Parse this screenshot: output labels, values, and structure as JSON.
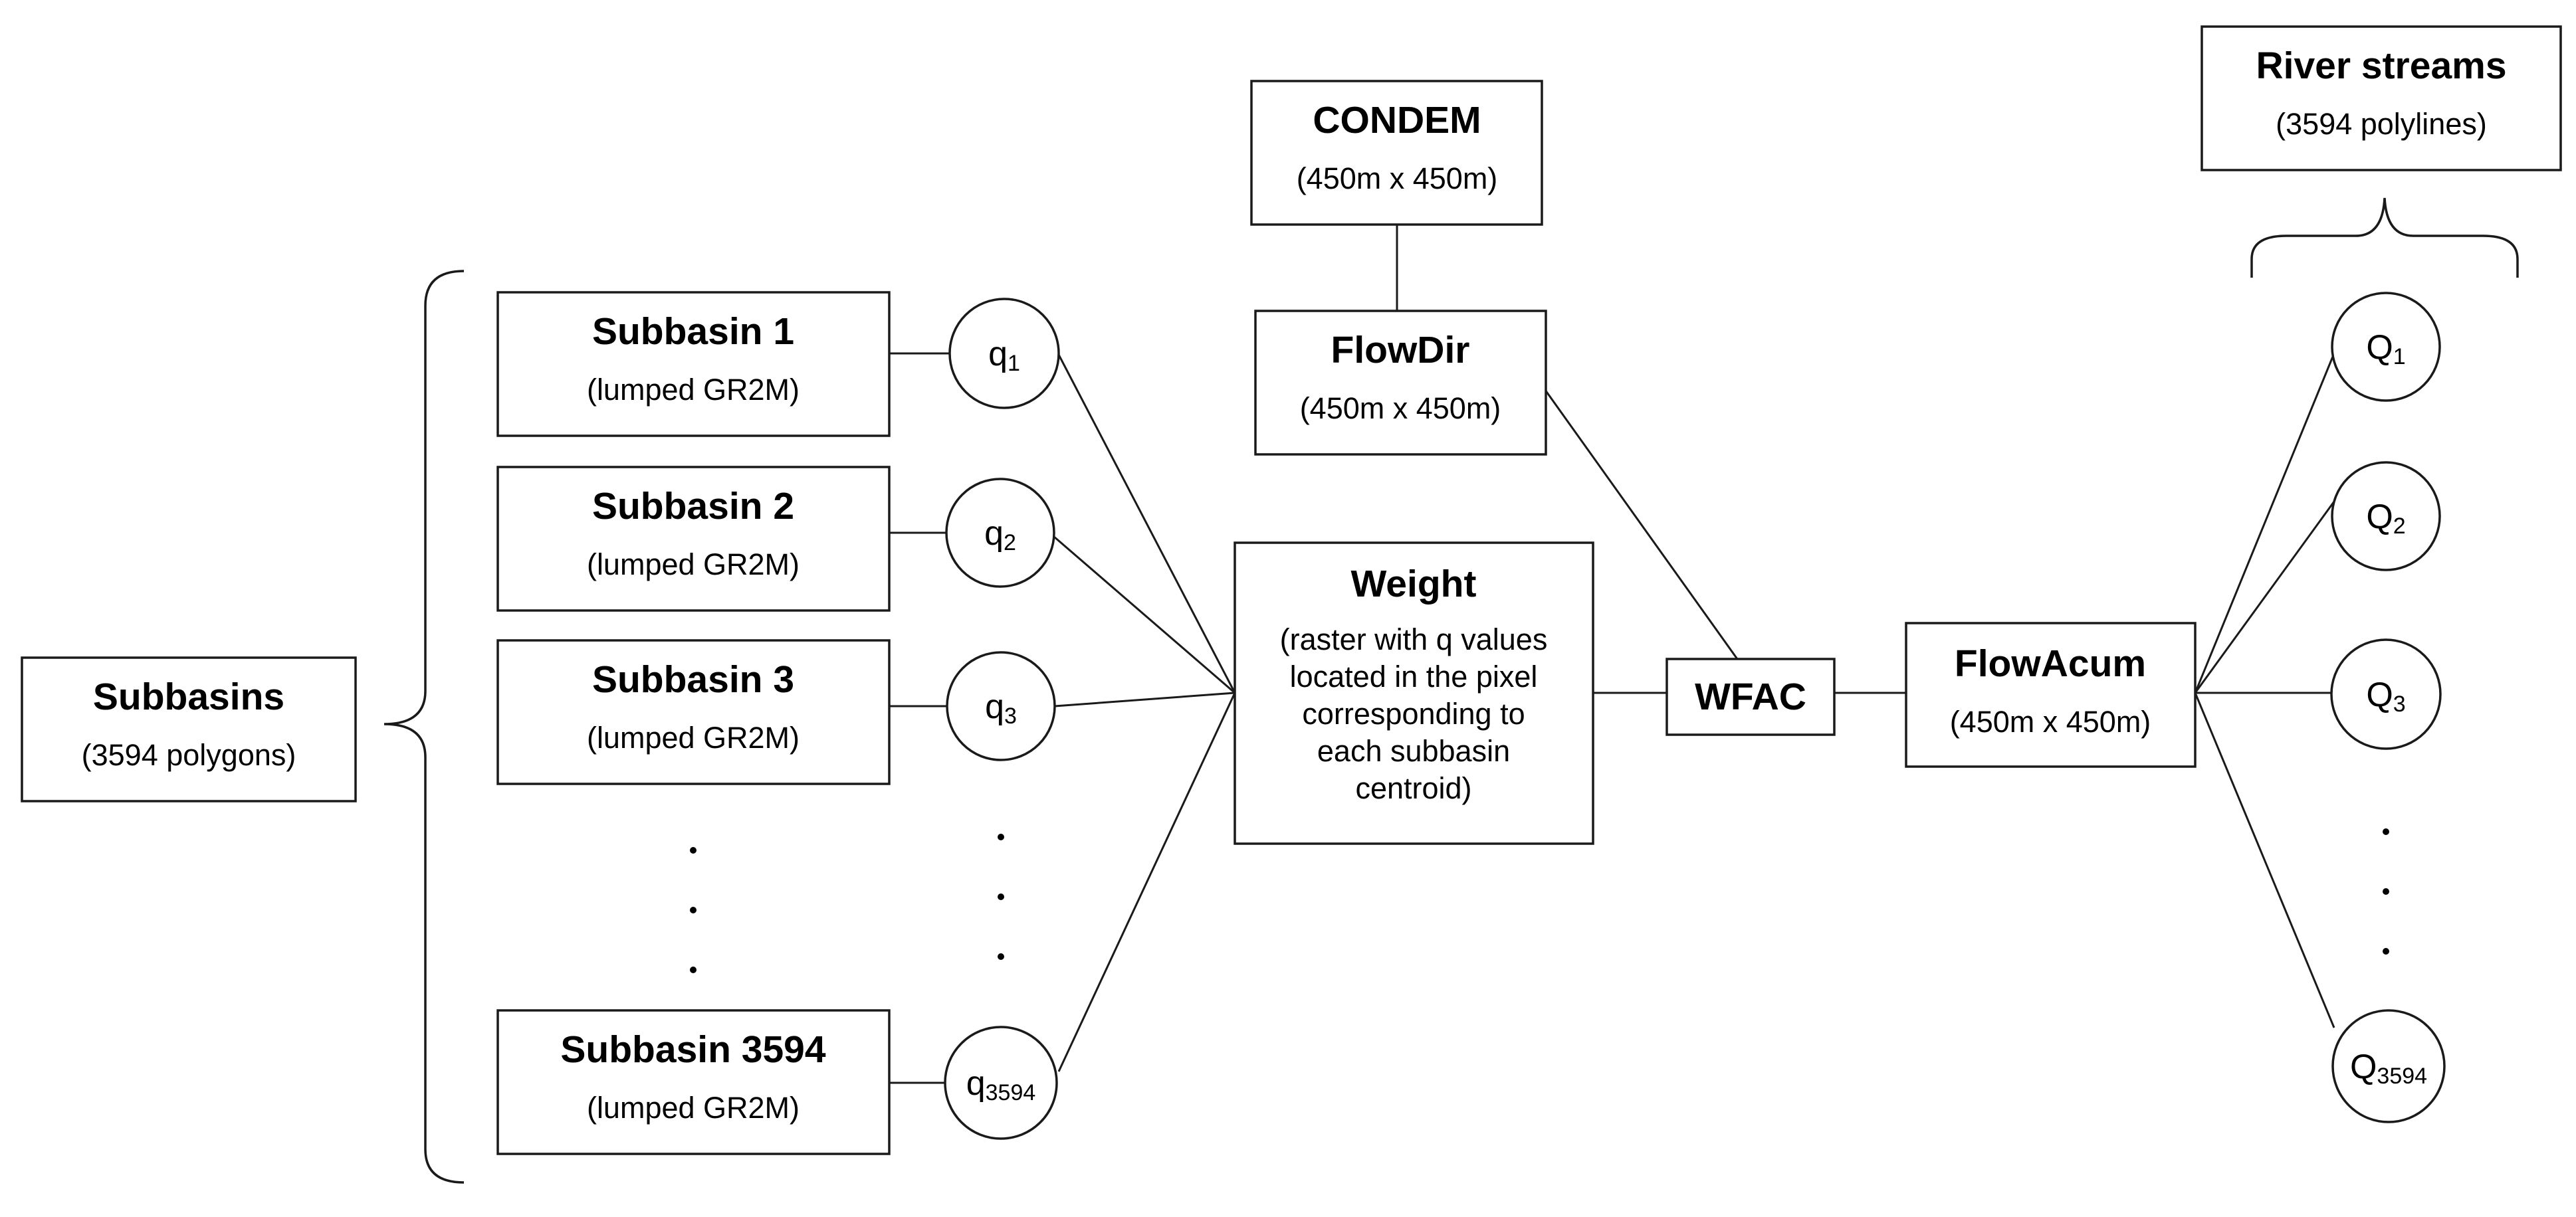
{
  "subbasins_group": {
    "title": "Subbasins",
    "subtitle": "(3594 polygons)"
  },
  "subbasins": [
    {
      "title": "Subbasin 1",
      "subtitle": "(lumped GR2M)",
      "q_base": "q",
      "q_sub": "1"
    },
    {
      "title": "Subbasin 2",
      "subtitle": "(lumped GR2M)",
      "q_base": "q",
      "q_sub": "2"
    },
    {
      "title": "Subbasin 3",
      "subtitle": "(lumped GR2M)",
      "q_base": "q",
      "q_sub": "3"
    },
    {
      "title": "Subbasin 3594",
      "subtitle": "(lumped GR2M)",
      "q_base": "q",
      "q_sub": "3594"
    }
  ],
  "condem": {
    "title": "CONDEM",
    "subtitle": "(450m x 450m)"
  },
  "flowdir": {
    "title": "FlowDir",
    "subtitle": "(450m x 450m)"
  },
  "weight": {
    "title": "Weight",
    "lines": [
      "(raster with q values",
      "located in the pixel",
      "corresponding to",
      "each subbasin",
      "centroid)"
    ]
  },
  "wfac": {
    "title": "WFAC"
  },
  "flowacum": {
    "title": "FlowAcum",
    "subtitle": "(450m x 450m)"
  },
  "river_streams": {
    "title": "River streams",
    "subtitle": "(3594 polylines)"
  },
  "outputs": [
    {
      "base": "Q",
      "sub": "1"
    },
    {
      "base": "Q",
      "sub": "2"
    },
    {
      "base": "Q",
      "sub": "3"
    },
    {
      "base": "Q",
      "sub": "3594"
    }
  ]
}
